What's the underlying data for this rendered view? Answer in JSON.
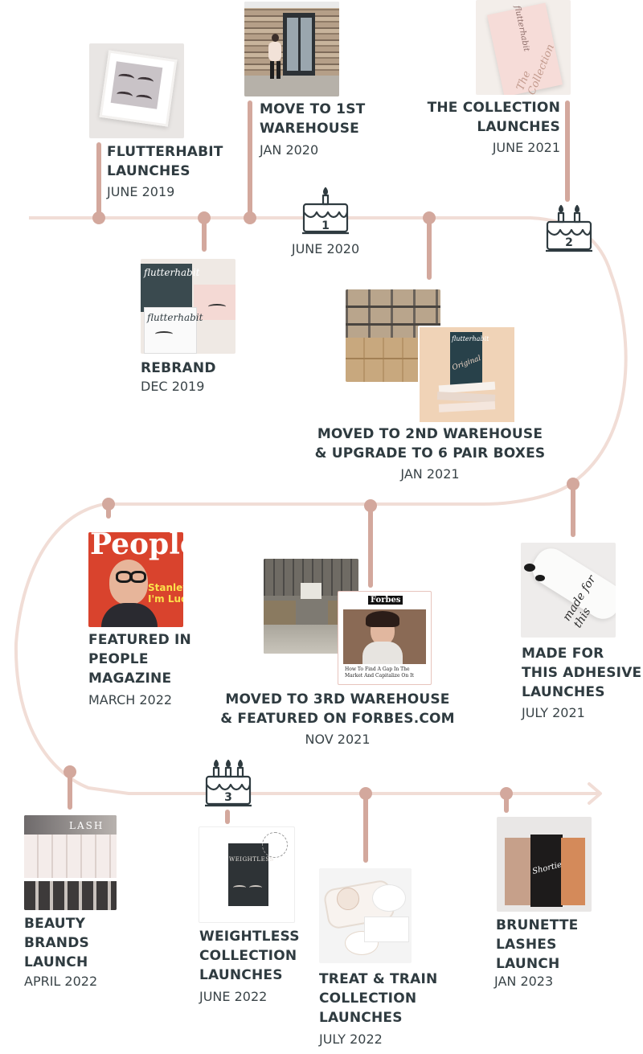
{
  "colors": {
    "line": "#f1ddd6",
    "stem": "#d3a89d",
    "text": "#2f3b40",
    "cake": "#2f3b40"
  },
  "milestones": {
    "flutterhabit_launch": {
      "title": "FLUTTERHABIT\nLAUNCHES",
      "date": "JUNE 2019"
    },
    "first_warehouse": {
      "title": "MOVE TO 1ST\nWAREHOUSE",
      "date": "JAN 2020"
    },
    "collection_launch": {
      "title": "THE COLLECTION\nLAUNCHES",
      "date": "JUNE 2021"
    },
    "rebrand": {
      "title": "REBRAND",
      "date": "DEC 2019"
    },
    "anniversary_1": {
      "number": "1",
      "date": "JUNE 2020"
    },
    "second_warehouse": {
      "title": "MOVED TO 2ND WAREHOUSE\n& UPGRADE TO 6 PAIR BOXES",
      "date": "JAN 2021"
    },
    "anniversary_2": {
      "number": "2"
    },
    "people_magazine": {
      "title": "FEATURED IN\nPEOPLE\nMAGAZINE",
      "date": "MARCH 2022"
    },
    "third_warehouse": {
      "title": "MOVED TO 3RD WAREHOUSE\n& FEATURED ON FORBES.COM",
      "date": "NOV 2021"
    },
    "adhesive_launch": {
      "title": "MADE FOR\nTHIS ADHESIVE\nLAUNCHES",
      "date": "JULY 2021"
    },
    "beauty_brands": {
      "title": "BEAUTY\nBRANDS\nLAUNCH",
      "date": "APRIL 2022"
    },
    "anniversary_3": {
      "number": "3"
    },
    "weightless_launch": {
      "title": "WEIGHTLESS\nCOLLECTION\nLAUNCHES",
      "date": "JUNE 2022"
    },
    "treat_train_launch": {
      "title": "TREAT & TRAIN\nCOLLECTION\nLAUNCHES",
      "date": "JULY 2022"
    },
    "brunette_launch": {
      "title": "BRUNETTE\nLASHES\nLAUNCH",
      "date": "JAN 2023"
    }
  },
  "photo_text": {
    "brand_script": "flutterhabit",
    "collection_script": "The Collection",
    "original_script": "Original",
    "people_logo": "People",
    "people_cover": "Stanley Tucci\nI'm Lucky to Be",
    "forbes_logo": "Forbes",
    "forbes_headline": "How To Find A Gap In The Market And Capitalize On It",
    "adhesive_script": "made for this",
    "lash_sign": "LASH",
    "weightless_box": "WEIGHTLESS",
    "brunette_box": "Shorties"
  }
}
